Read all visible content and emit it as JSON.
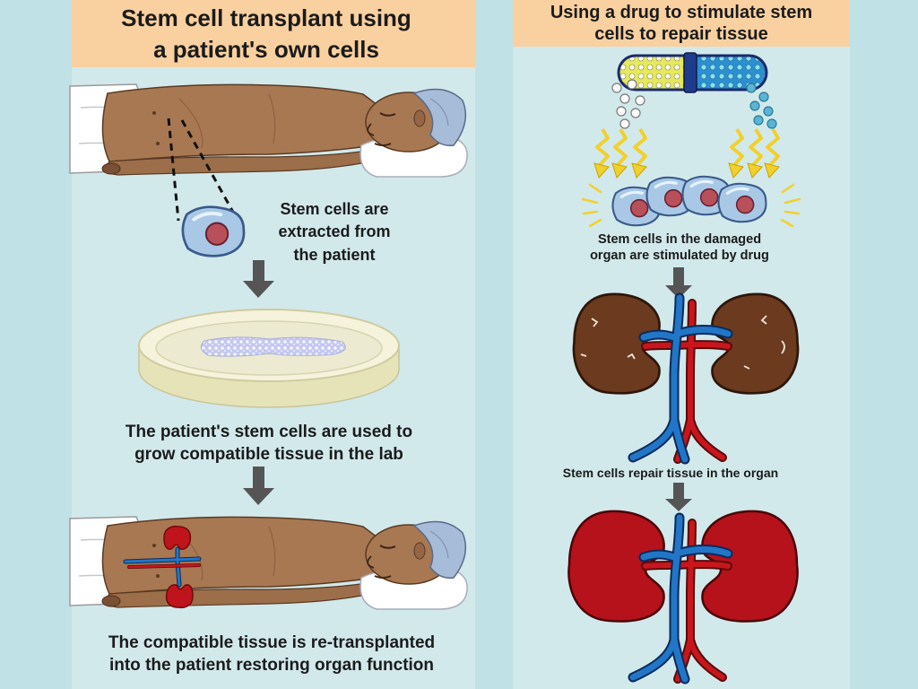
{
  "left_panel": {
    "title_line1": "Stem cell transplant using",
    "title_line2": "a patient's own cells",
    "step1": [
      "Stem cells are",
      "extracted from",
      "the patient"
    ],
    "step2": [
      "The patient's stem cells are used to",
      "grow compatible tissue in the lab"
    ],
    "step3": [
      "The compatible tissue is re-transplanted",
      "into the patient restoring organ function"
    ]
  },
  "right_panel": {
    "title_line1": "Using a drug to stimulate stem",
    "title_line2": "cells to repair tissue",
    "step1": [
      "Stem cells in the damaged",
      "organ are stimulated by drug"
    ],
    "step2": "Stem cells repair tissue in the organ"
  },
  "icons": {
    "arrow": "down-arrow-icon",
    "capsule": "drug-capsule-icon",
    "cell": "stem-cell-icon",
    "kidney": "kidney-icon"
  },
  "colors": {
    "background": "#c0e1e6",
    "panel": "#d2e9eb",
    "header": "#f9d0a0",
    "damaged_kidney": "#6b3a1f",
    "healthy_kidney": "#b5121b",
    "vein": "#2176c7",
    "artery": "#c8161d"
  }
}
